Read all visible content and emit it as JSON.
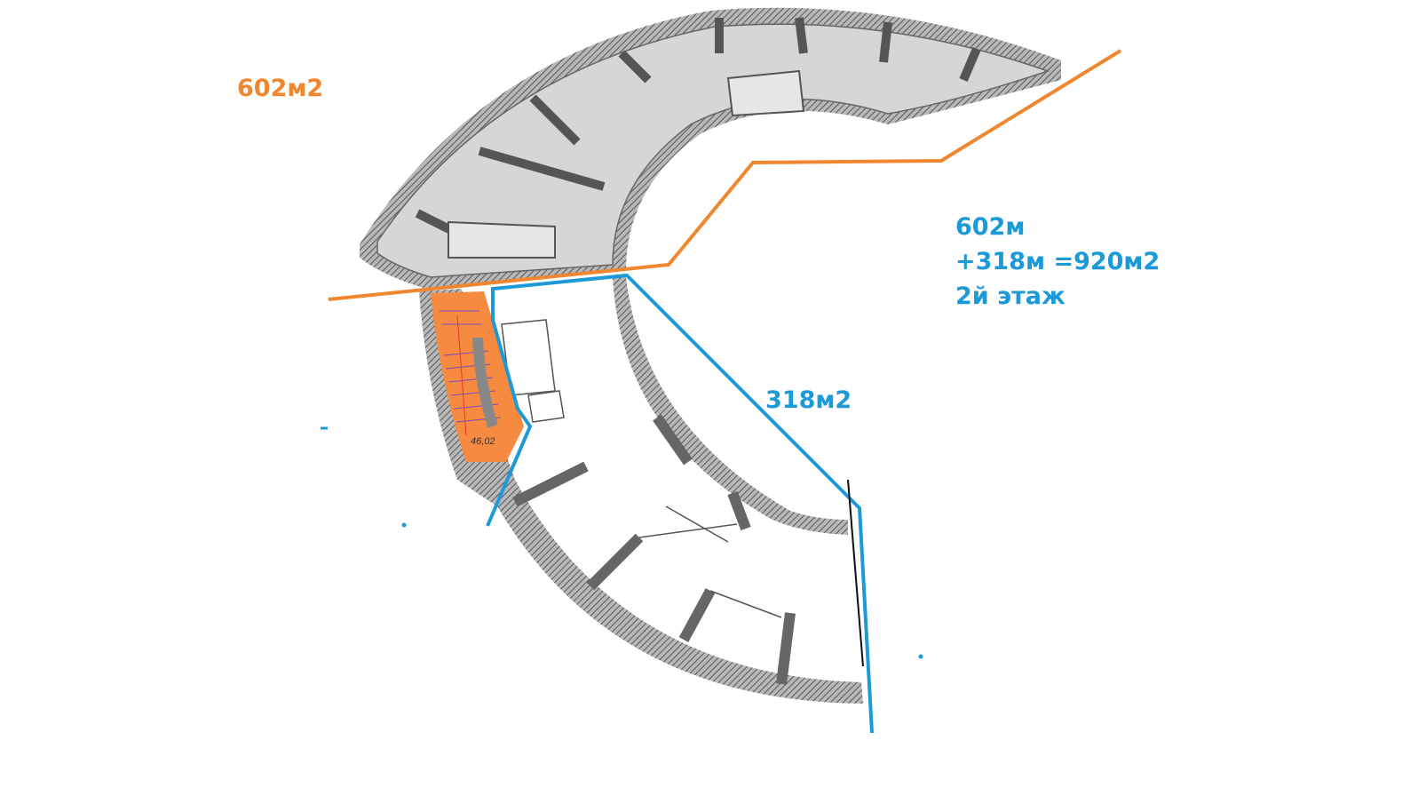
{
  "labels": {
    "upper_area": "602м2",
    "lower_area": "318м2",
    "summary_line1": "602м",
    "summary_line2": "+318м =920м2",
    "summary_line3": "2й этаж",
    "stair_area": "46,02"
  },
  "colors": {
    "orange": "#f0862e",
    "blue": "#1c9ad8",
    "wall": "#8a8a8a",
    "floor_gray": "#d4d4d4",
    "stair_fill": "#f58a40"
  }
}
